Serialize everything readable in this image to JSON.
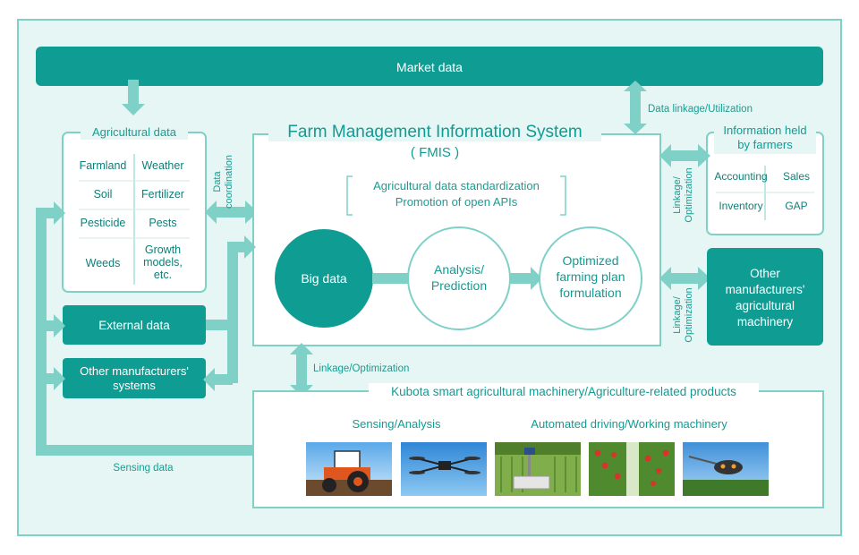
{
  "colors": {
    "teal": "#0f9c93",
    "teal_light": "#7fd1c8",
    "bg": "#e6f6f4",
    "frame": "#7fd1c8",
    "text_teal": "#1a9c92"
  },
  "market": {
    "label": "Market data"
  },
  "data_linkage_label": "Data linkage/Utilization",
  "agri": {
    "title": "Agricultural data",
    "cells": [
      [
        "Farmland",
        "Weather"
      ],
      [
        "Soil",
        "Fertilizer"
      ],
      [
        "Pesticide",
        "Pests"
      ],
      [
        "Weeds",
        "Growth models, etc."
      ]
    ]
  },
  "data_coordination_label": "Data coordination",
  "fmis": {
    "title": "Farm Management Information System",
    "subtitle": "( FMIS )",
    "standard_line1": "Agricultural data standardization",
    "standard_line2": "Promotion of open APIs",
    "big_data": "Big data",
    "analysis": "Analysis/ Prediction",
    "optimized": "Optimized farming plan formulation"
  },
  "info_farmers": {
    "title": "Information held by farmers",
    "cells": [
      [
        "Accounting",
        "Sales"
      ],
      [
        "Inventory",
        "GAP"
      ]
    ]
  },
  "linkage_opt_label": "Linkage/ Optimization",
  "other_machinery": {
    "label": "Other manufacturers' agricultural machinery"
  },
  "external_data": {
    "label": "External data"
  },
  "other_systems": {
    "label": "Other manufacturers' systems"
  },
  "linkage_optimization_label": "Linkage/Optimization",
  "kubota": {
    "title": "Kubota smart agricultural machinery/Agriculture-related products",
    "sensing_label": "Sensing/Analysis",
    "automated_label": "Automated driving/Working machinery",
    "photos": [
      "tractor-photo",
      "drone-photo",
      "paddy-sensor-photo",
      "tomato-greenhouse-photo",
      "spraying-device-photo"
    ]
  },
  "sensing_data_label": "Sensing data"
}
